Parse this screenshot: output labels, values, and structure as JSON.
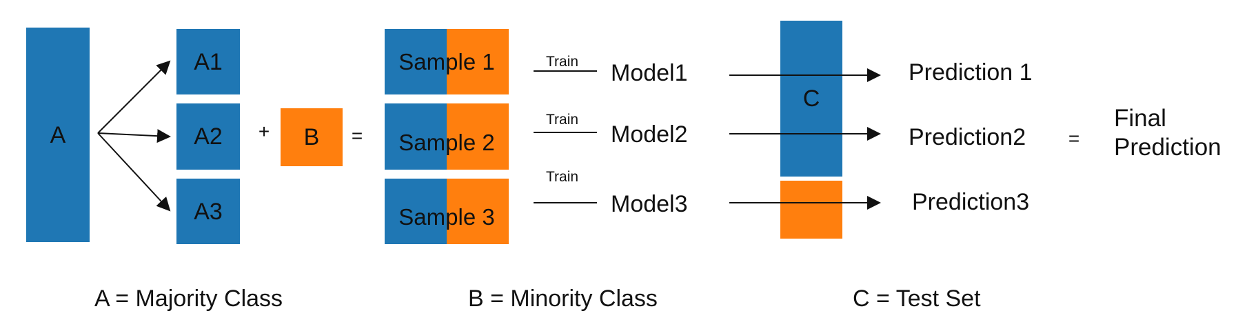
{
  "colors": {
    "blue": "#1f77b4",
    "orange": "#ff7f0e",
    "text": "#111111",
    "line": "#111111"
  },
  "blocks": {
    "A": "A",
    "A1": "A1",
    "A2": "A2",
    "A3": "A3",
    "B": "B",
    "C": "C"
  },
  "operators": {
    "plus": "+",
    "equals_1": "=",
    "equals_2": "="
  },
  "samples": [
    {
      "label": "Sample 1"
    },
    {
      "label": "Sample 2"
    },
    {
      "label": "Sample 3"
    }
  ],
  "train_labels": [
    "Train",
    "Train",
    "Train"
  ],
  "models": [
    "Model1",
    "Model2",
    "Model3"
  ],
  "predictions": [
    "Prediction 1",
    "Prediction2",
    "Prediction3"
  ],
  "final_prediction": {
    "line1": "Final",
    "line2": "Prediction"
  },
  "legend": {
    "a": "A = Majority Class",
    "b": "B = Minority Class",
    "c": "C = Test Set"
  }
}
